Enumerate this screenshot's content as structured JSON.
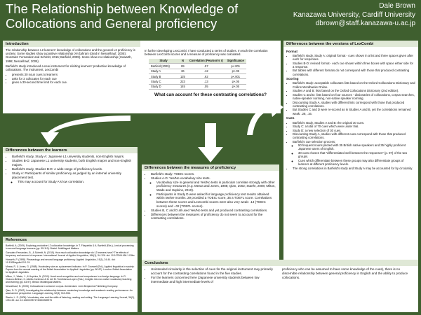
{
  "header": {
    "title": "The Relationship between Knowledge of Collocations and General proficiency",
    "author_name": "Dale Brown",
    "affiliation": "Kanazawa University, Cardiff University",
    "email": "dbrown@staff.kanazawa-u.ac.jp"
  },
  "introduction": {
    "heading": "Introduction",
    "para1": "The relationship between L2 learners' knowledge of collocations and the general L2 proficiency is unclear. Some studies show a positive relationship (Al-Zahrani (cited in Nesselhauf, 2005); Gonzalez Fernandez and Schmitt, 2015; Barfield, 2009). Some show no relationship (Howarth, 1998; Nesselhauf, 2005).",
    "para2": "Barfield's study introduced a new instrument for eliciting learners' productive knowledge of collocations. The instrument, LexCombi",
    "bullets": [
      "presents 30 noun cues to learners",
      "asks for 3 collocates for each cue",
      "gives a 30-second time limit for each cue."
    ]
  },
  "study_summary": {
    "para": "In further developing LexCombi, I have conducted a series of studies. In each the correlation between LexCombi scores and a measure of proficiency was calculated.",
    "table": {
      "headers": [
        "Study",
        "N",
        "Correlation (Pearson's r)",
        "Significance"
      ],
      "rows": [
        [
          "Barfield (2009)",
          "89",
          ".57",
          "p<.001"
        ],
        [
          "Study A",
          "36",
          ".12",
          "p>.05"
        ],
        [
          "Study B",
          "125",
          ".62",
          "p<.001"
        ],
        [
          "Study C",
          "223",
          ".13",
          "p>.05"
        ],
        [
          "Study D",
          "145",
          ".05",
          "p>.05"
        ]
      ]
    },
    "question": "What can account for these contrasting correlations?"
  },
  "learners": {
    "heading": "Differences between the learners",
    "bullets": [
      "Barfield's study, Study A: Japanese L1 university students, non-English majors.",
      "Studies B-D: Japanese L1 university students, both English majors and non-English majors.",
      "Barfield's study, Studies B-D: A wide range of proficiency levels.",
      "Study A: Participants of similar proficiency as judged by an internal university placement test."
    ],
    "sub_bullets": [
      "This may account for Study A's low correlation."
    ]
  },
  "references": {
    "heading": "References",
    "items": [
      "Barfield, A. (2009). Exploring productive L2 collocation knowledge. In T. Fitzpatrick & A. Barfield (Eds.), Lexical processing in second language learners (pp. 95-110). Bristol: Multilingual Matters.",
      "Gonzalez Fernandez, B., & Schmitt, N. (2015). How much collocation knowledge do L2 learners have? The effects of frequency and amount of exposure. International Journal of Applied Linguistics, 166(1), 94-126. doi: 10.1075/itl.166.1.03fer",
      "Howarth, P. (1998). Phraseology and second language proficiency. Applied Linguistics, 19(1), 24-44. doi: 10.1093/applin/19.1.24",
      "Meara, P., & Jones, G. (1988). Vocabulary size as a placement indicator. In P. Grunwell (Ed.), Applied linguistics in society: Papers from the annual meeting of the British Association for Applied Linguistics (pp. 80-87). London: British Association for Applied Linguistics.",
      "Milton, J., Wade, J., & Hopkins, N. (2010). Aural word recognition and oral competence in a foreign language. In R. Chacon-Beltran, C. Abello-Contesse & M. del M. Torreblanca-Lopez (Eds.), Insights into non-native vocabulary teaching and learning (pp. 83-97). Bristol: Multilingual Matters.",
      "Nesselhauf, N. (2005). Collocations in a learner corpus. Amsterdam: John Benjamins Publishing Company.",
      "Qian, D. D. (2002). Investigating the relationship between vocabulary knowledge and academic reading performance: An assessment perspective. Language Learning, 52(3), 513-536.",
      "Staehr, L. S. (2008). Vocabulary size and the skills of listening, reading and writing. The Language Learning Journal, 36(2), 139-152. doi: 10.1080/09571730802389975"
    ]
  },
  "measures": {
    "heading": "Differences between the measures of proficiency",
    "bullets": [
      "Barfield's study: TOEIC scores.",
      "Studies A-D: Yes/No vocabulary size tests."
    ],
    "sub_bullets_1": [
      "Vocabulary size in general and Yes/No tests in particular correlate strongly with other proficiency measures (e.g. Meara and Jones, 1988; Qian, 2002; Staehr, 2008; Milton, Wade and Hopkins, 2010).",
      "Participants in Study D were asked for language proficiency test results obtained within twelve months. 29 provided a TOEIC score, 35 a TOEFL score. Correlations between these scores and LexCombi scores were also very weak: .14 (TOEIC scores) and -.02 (TOEFL scores)."
    ],
    "bullets_2": [
      "Studies B, C and D all used Yes/No tests and yet produced contrasting correlations.",
      "Differences between the measures of proficiency do not seem to account for the contrasting correlations."
    ]
  },
  "versions": {
    "heading": "Differences between the versions of LexCombi",
    "format_title": "Format",
    "format_bullets": [
      "Barfield's study, Study A: original format - cues shown in a list and three spaces given after each for responses.",
      "Studies B-D: revised format - each cue shown within three boxes with space either side for a response.",
      "But tables with different formats do not correspond with those that produced contrasting correlations."
    ],
    "scoring_title": "Scoring",
    "scoring_bullets": [
      "Barfield's study: acceptable collocates lists based on the Oxford Collocations Dictionary and Collins Wordbanks Online.",
      "Studies A and B: lists based on the Oxford Collocations Dictionary (2nd edition).",
      "Studies C and D: lists based on four sources - dictionaries of collocations, corpus searches, native-speaker norming, non-native speaker norming.",
      "Discounting Study A, studies with different lists correspond with those that produced contrasting correlations.",
      "But Studies C and D were re-scored as in Studies A and B, yet the correlations remained weak: .28, .16."
    ],
    "cues_title": "Cues",
    "cues_bullets": [
      "Barfield's study, Studies A and B: the original 30 cues.",
      "Study C: a total of 70 cues which were under trial.",
      "Study D: a new selection of 30 cues.",
      "Discounting Study A, studies with different cues correspond with those that produced contrasting correlations.",
      "Barfield's cue selection process:"
    ],
    "cues_sub": [
      "50 frequent nouns piloted with 35 British native speakers and 35 highly proficient Japanese users of English.",
      "30 cues chosen that \"differentiated well between the responses\" (p. 97) of the two groups.",
      "Cues which differentiate between these groups may also differentiate groups of learners at different proficiency levels."
    ],
    "cues_final": [
      "The strong correlations in Barfield's study and Study A may be accounted for by circularity."
    ]
  },
  "conclusions": {
    "heading": "Conclusions",
    "bullets": [
      "Unintended circularity in the selection of cues for the original instrument may primarily account for the contrasting correlations found in the five studies.",
      "For the learners concerned here (Japanese university students between low intermediate and high intermediate levels of"
    ],
    "continuation": "proficiency who can be assumed to have some knowledge of the cues), there is no discernible relationship between general proficiency in English and the ability to produce collocations."
  }
}
